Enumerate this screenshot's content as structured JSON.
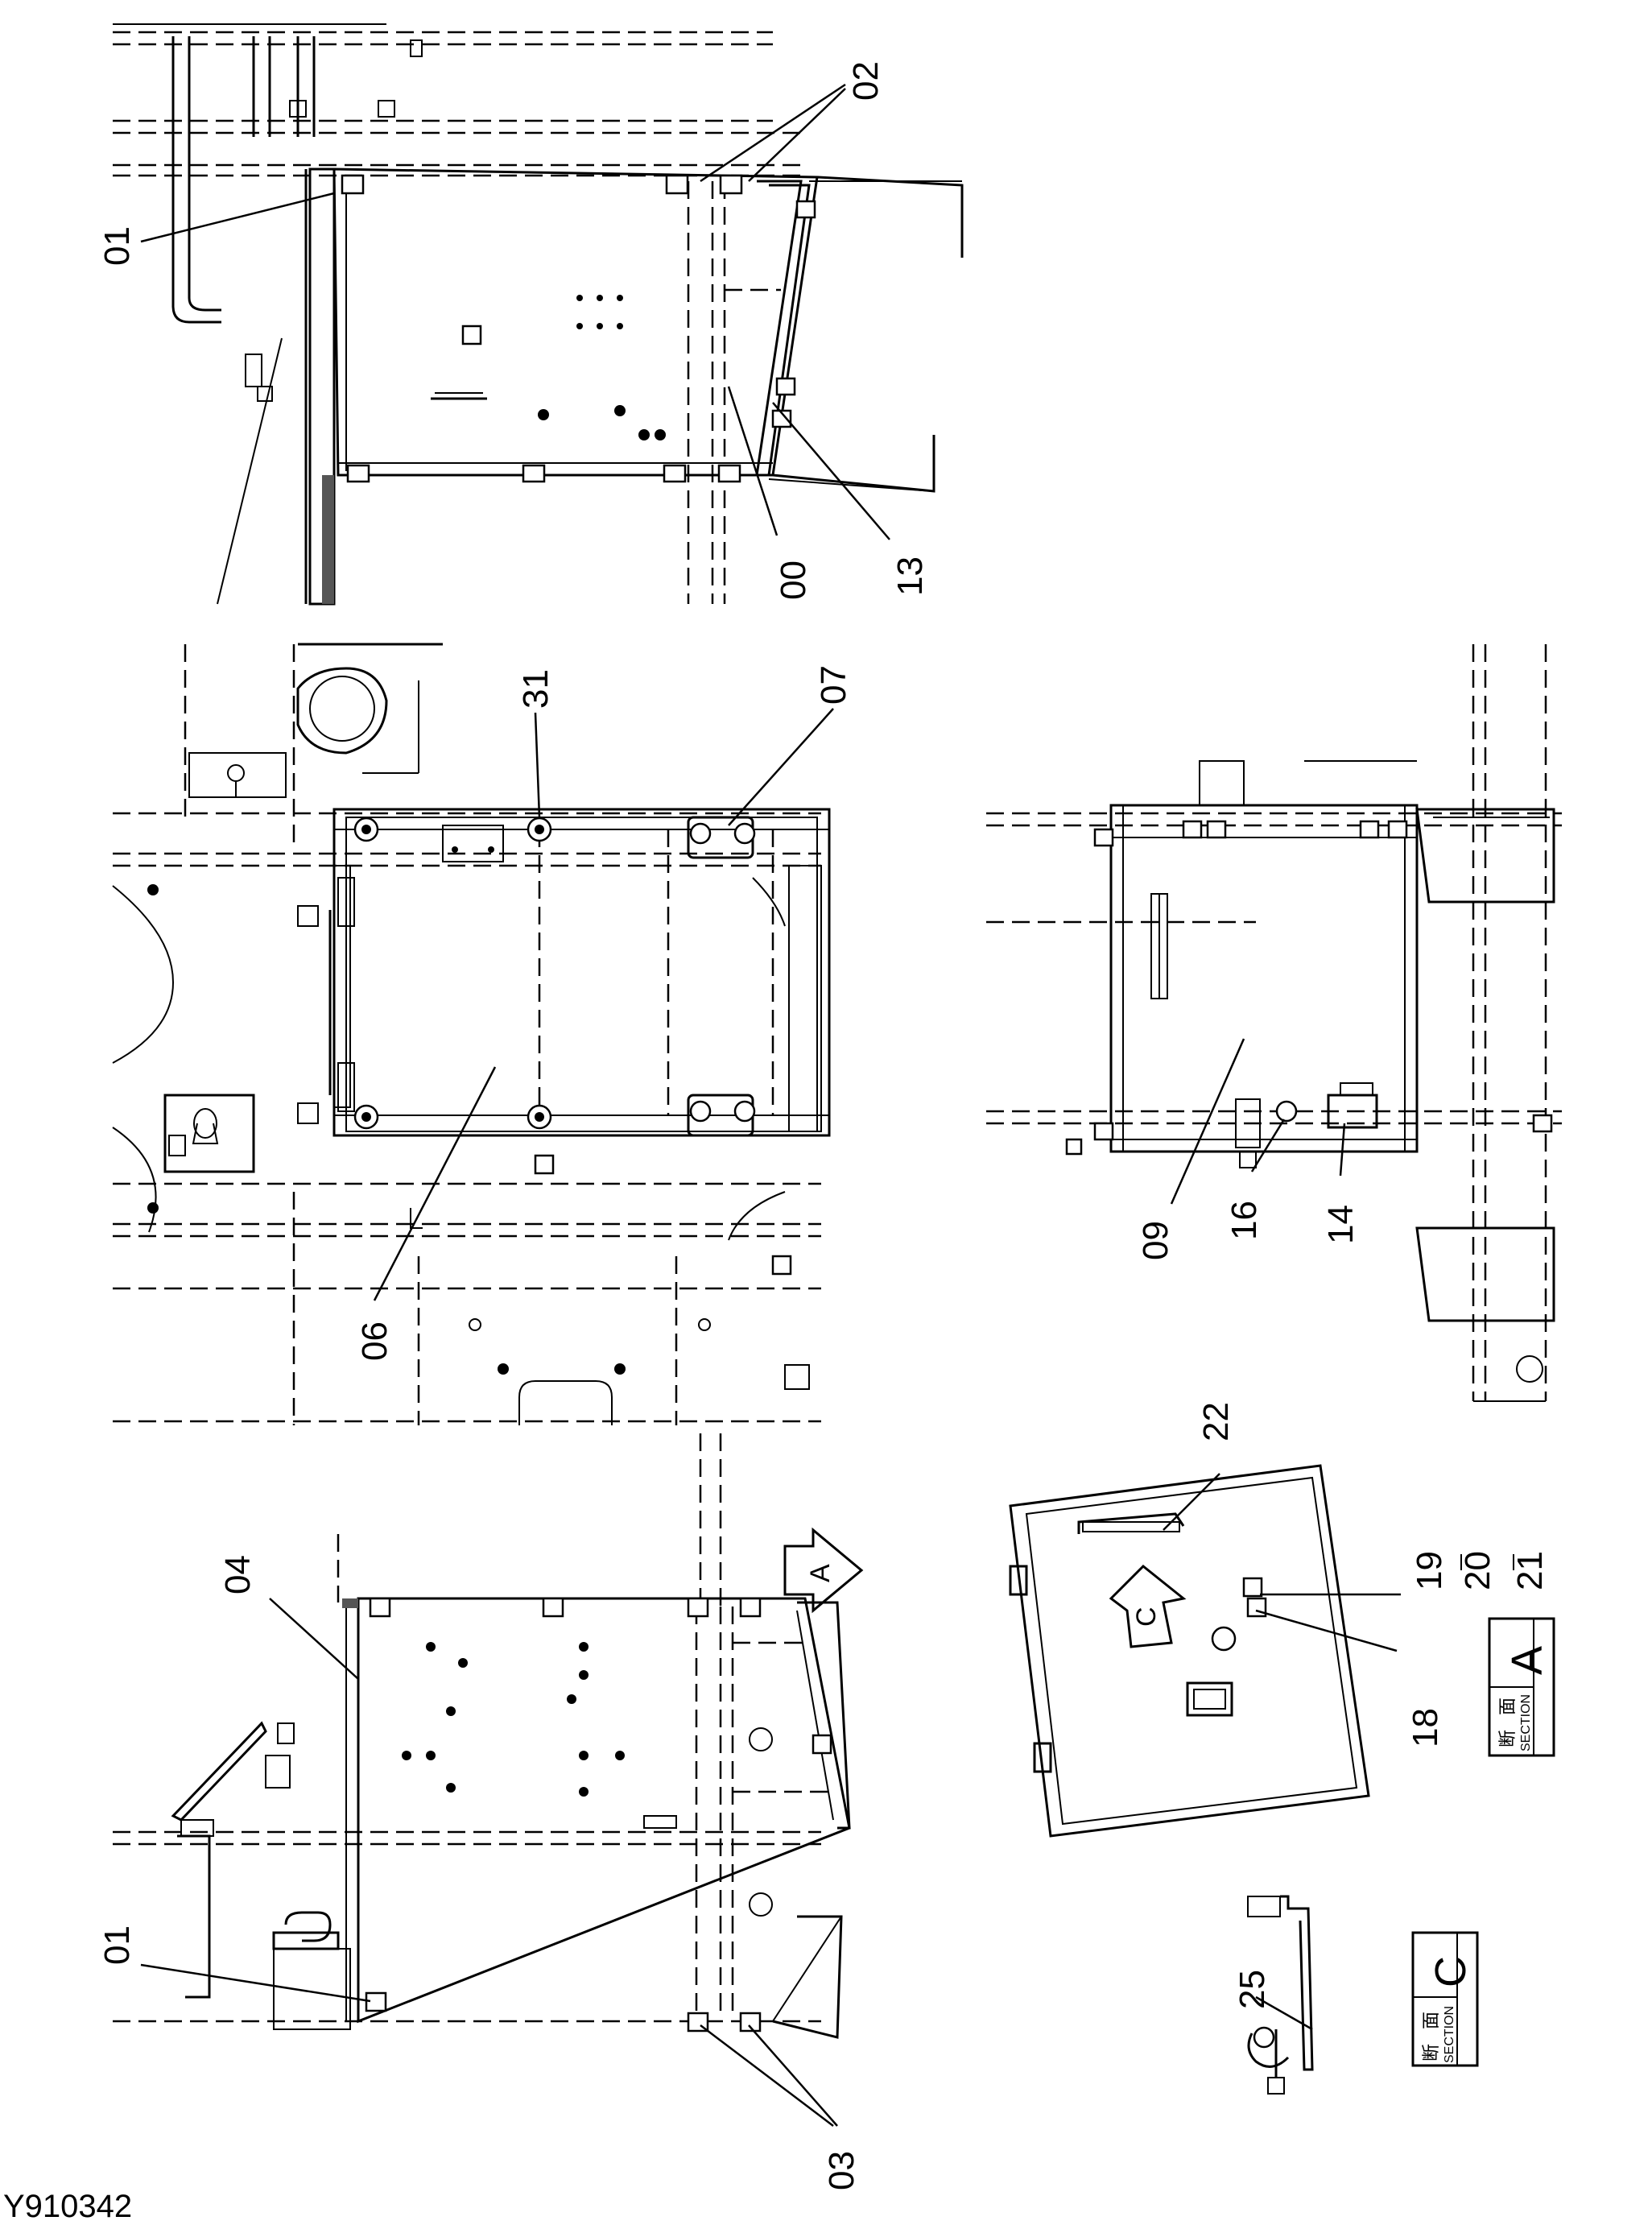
{
  "callouts": {
    "c00": "00",
    "c01_top": "01",
    "c01_bottom": "01",
    "c02": "02",
    "c03": "03",
    "c04": "04",
    "c06": "06",
    "c07": "07",
    "c09": "09",
    "c13": "13",
    "c14": "14",
    "c16": "16",
    "c18": "18",
    "c19": "19",
    "c20": "20",
    "c21": "21",
    "c22": "22",
    "c25": "25",
    "c31": "31"
  },
  "view_arrows": {
    "a": "A",
    "c": "C"
  },
  "section_labels": {
    "a": {
      "kanji_1": "断",
      "kanji_2": "面",
      "word": "SECTION",
      "letter": "A"
    },
    "c": {
      "kanji_1": "断",
      "kanji_2": "面",
      "word": "SECTION",
      "letter": "C"
    }
  },
  "document_id": "Y910342"
}
